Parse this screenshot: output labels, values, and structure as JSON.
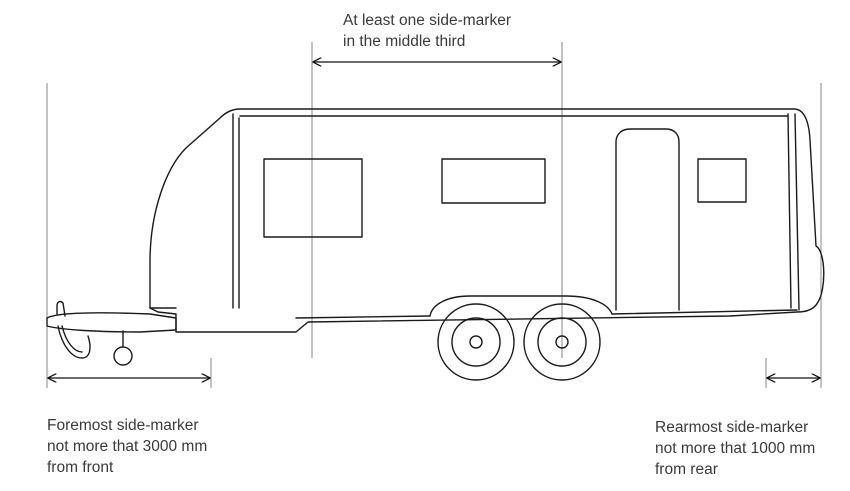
{
  "labels": {
    "middle_line1": "At least one side-marker",
    "middle_line2": "in the middle third",
    "front_line1": "Foremost side-marker",
    "front_line2": "not more that 3000 mm",
    "front_line3": "from front",
    "rear_line1": "Rearmost side-marker",
    "rear_line2": "not more that 1000 mm",
    "rear_line3": "from rear"
  }
}
